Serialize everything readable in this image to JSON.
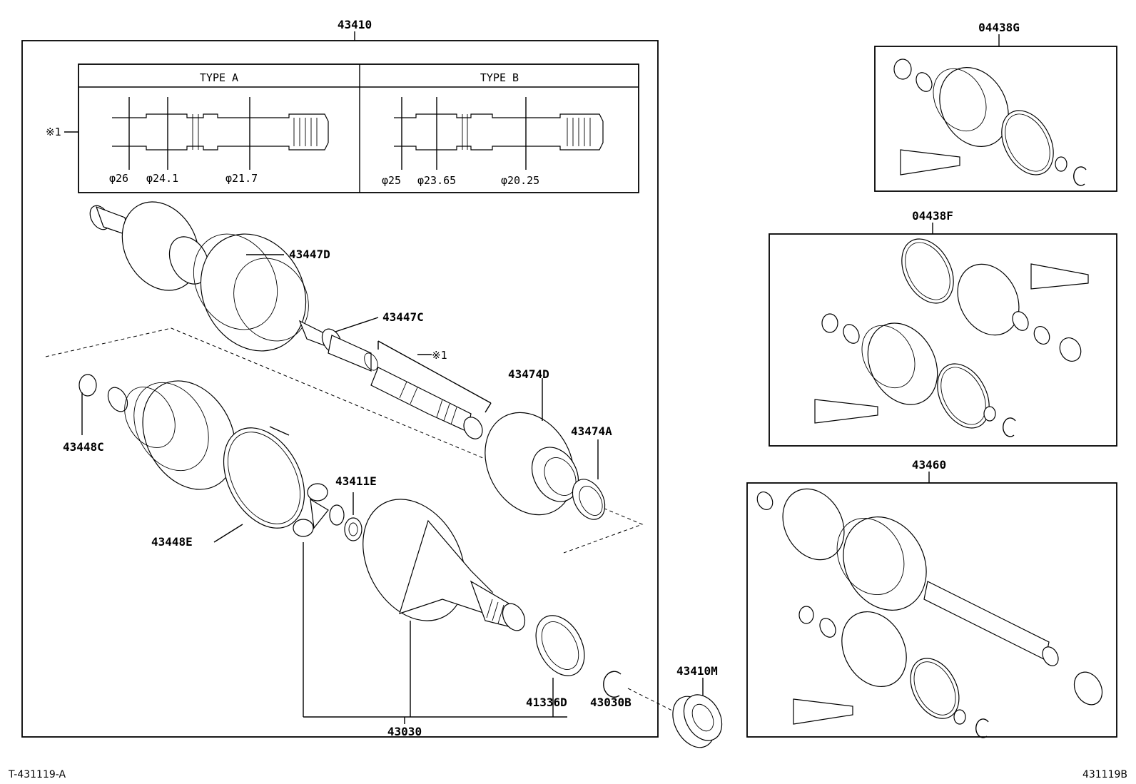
{
  "labels": {
    "main_assembly": "43410",
    "type_a": "TYPE A",
    "type_b": "TYPE B",
    "note_ref": "※1",
    "dia_a1": "φ26",
    "dia_a2": "φ24.1",
    "dia_a3": "φ21.7",
    "dia_b1": "φ25",
    "dia_b2": "φ23.65",
    "dia_b3": "φ20.25",
    "p43447D": "43447D",
    "p43447C": "43447C",
    "p43474D": "43474D",
    "p43474A": "43474A",
    "p43448C": "43448C",
    "p43411E": "43411E",
    "p43448E": "43448E",
    "p41336D": "41336D",
    "p43030B": "43030B",
    "p43030": "43030",
    "p43410M": "43410M",
    "kit_g": "04438G",
    "kit_f": "04438F",
    "kit_43460": "43460",
    "footer_left": "T-431119-A",
    "footer_right": "431119B"
  }
}
